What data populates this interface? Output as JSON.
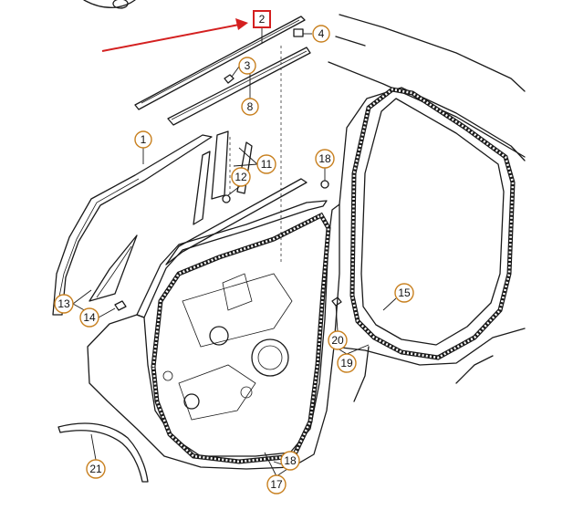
{
  "callouts": [
    {
      "id": "c2",
      "label": "2",
      "highlighted": true
    },
    {
      "id": "c4",
      "label": "4"
    },
    {
      "id": "c3",
      "label": "3"
    },
    {
      "id": "c8",
      "label": "8"
    },
    {
      "id": "c1",
      "label": "1"
    },
    {
      "id": "c11",
      "label": "11"
    },
    {
      "id": "c12",
      "label": "12"
    },
    {
      "id": "c18a",
      "label": "18"
    },
    {
      "id": "c15",
      "label": "15"
    },
    {
      "id": "c13",
      "label": "13"
    },
    {
      "id": "c14",
      "label": "14"
    },
    {
      "id": "c20",
      "label": "20"
    },
    {
      "id": "c19",
      "label": "19"
    },
    {
      "id": "c21",
      "label": "21"
    },
    {
      "id": "c18b",
      "label": "18"
    },
    {
      "id": "c17",
      "label": "17"
    }
  ],
  "colors": {
    "highlight": "#d42020",
    "callout_ring": "#c8801f",
    "line": "#1a1a1a"
  }
}
